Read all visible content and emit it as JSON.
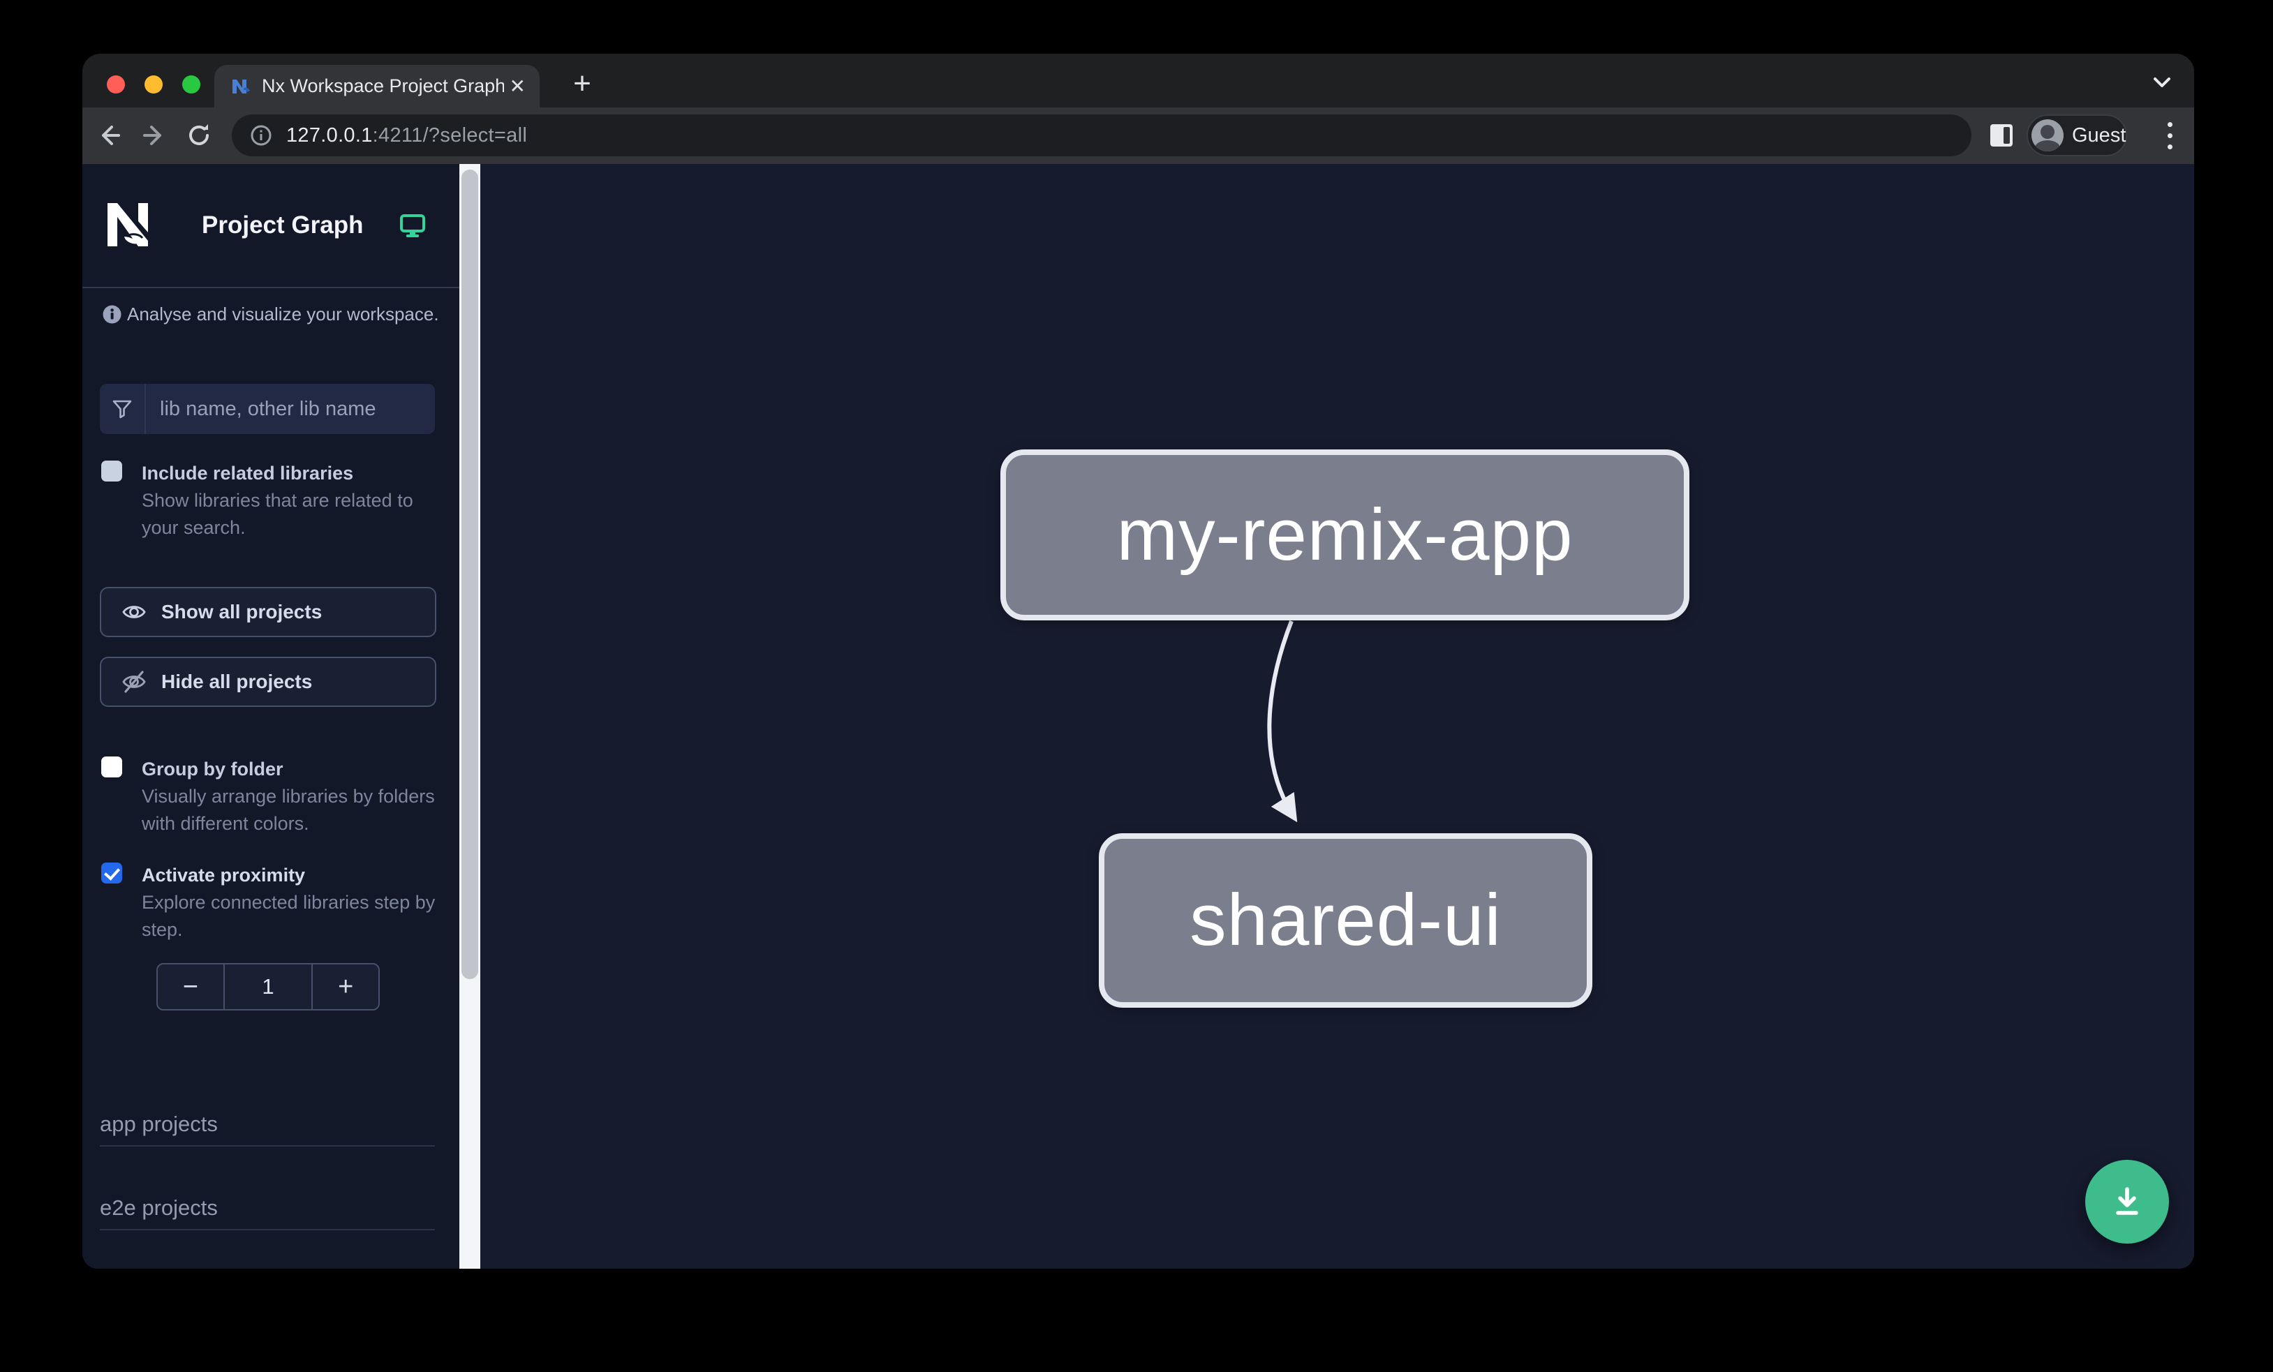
{
  "browser": {
    "tab": {
      "title": "Nx Workspace Project Graph",
      "close_icon": "✕",
      "new_tab_icon": "+"
    },
    "url": {
      "host": "127.0.0.1",
      "rest": ":4211/?select=all"
    },
    "profile_label": "Guest"
  },
  "sidebar": {
    "app_title": "Project Graph",
    "tagline": "Analyse and visualize your workspace.",
    "filter": {
      "placeholder": "lib name, other lib name"
    },
    "options": [
      {
        "label": "Include related libraries",
        "description": "Show libraries that are related to your search.",
        "checked": false
      },
      {
        "label": "Group by folder",
        "description": "Visually arrange libraries by folders with different colors.",
        "checked": false
      },
      {
        "label": "Activate proximity",
        "description": "Explore connected libraries step by step.",
        "checked": true
      }
    ],
    "buttons": {
      "show_all": "Show all projects",
      "hide_all": "Hide all projects"
    },
    "proximity_stepper": {
      "decrement_label": "−",
      "value": "1",
      "increment_label": "+"
    },
    "sections": [
      {
        "label": "app projects"
      },
      {
        "label": "e2e projects"
      }
    ]
  },
  "graph": {
    "nodes": [
      {
        "label": "my-remix-app"
      },
      {
        "label": "shared-ui"
      }
    ],
    "edges": [
      {
        "source": "my-remix-app",
        "target": "shared-ui"
      }
    ]
  },
  "colors": {
    "accent_green_fab": "#3fbc8c",
    "monitor_icon_green": "#34d399",
    "checkbox_checked_blue": "#2468eb",
    "node_fill": "#7b7e8c",
    "node_border": "#e6e8f0",
    "sidebar_bg": "#131829",
    "canvas_bg": "#161b2e"
  }
}
